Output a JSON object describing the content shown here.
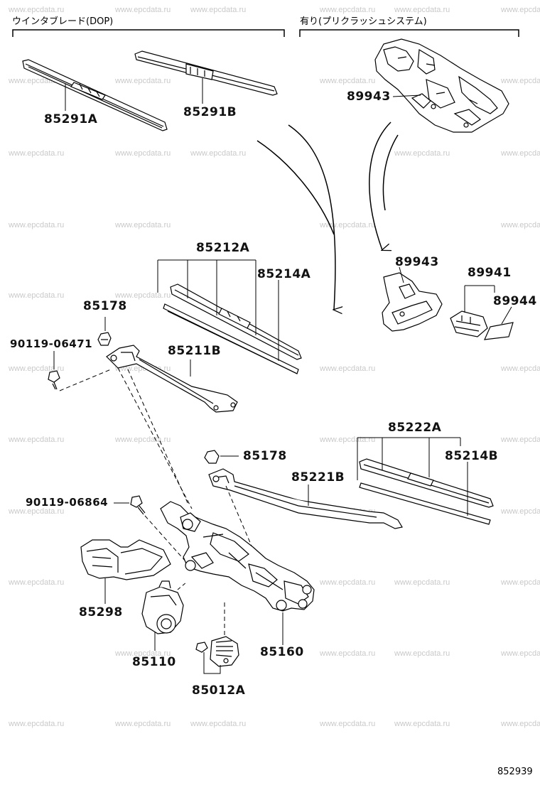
{
  "sections": {
    "left_title": "ウインタブレード(DOP)",
    "right_title": "有り(プリクラッシュシステム)"
  },
  "parts": {
    "p85291A": "85291A",
    "p85291B": "85291B",
    "p89943_top": "89943",
    "p85212A": "85212A",
    "p85214A": "85214A",
    "p85178_left": "85178",
    "p90119_06471": "90119-06471",
    "p85211B": "85211B",
    "p89943_mid": "89943",
    "p89941": "89941",
    "p89944": "89944",
    "p85222A": "85222A",
    "p85214B": "85214B",
    "p85178_right": "85178",
    "p85221B": "85221B",
    "p90119_06864": "90119-06864",
    "p85298": "85298",
    "p85110": "85110",
    "p85160": "85160",
    "p85012A": "85012A"
  },
  "watermark": "www.epcdata.ru",
  "doc_id": "852939"
}
